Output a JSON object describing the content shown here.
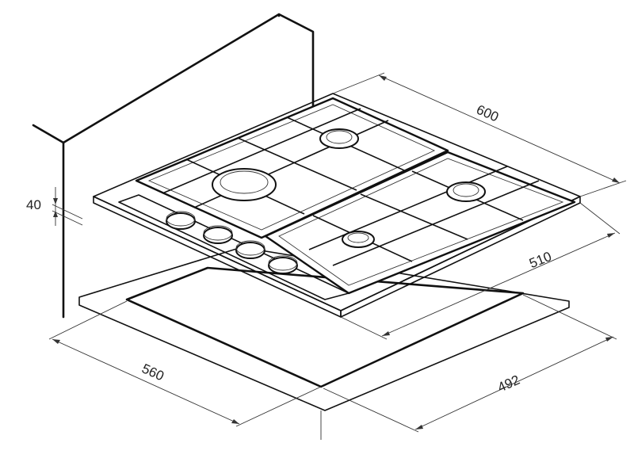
{
  "diagram": {
    "dimensions": {
      "width_top": "600",
      "depth_top": "510",
      "cutout_width": "560",
      "cutout_depth": "492",
      "clearance": "40"
    },
    "colors": {
      "line": "#111111",
      "dimension_line": "#333333",
      "background": "#ffffff"
    }
  }
}
